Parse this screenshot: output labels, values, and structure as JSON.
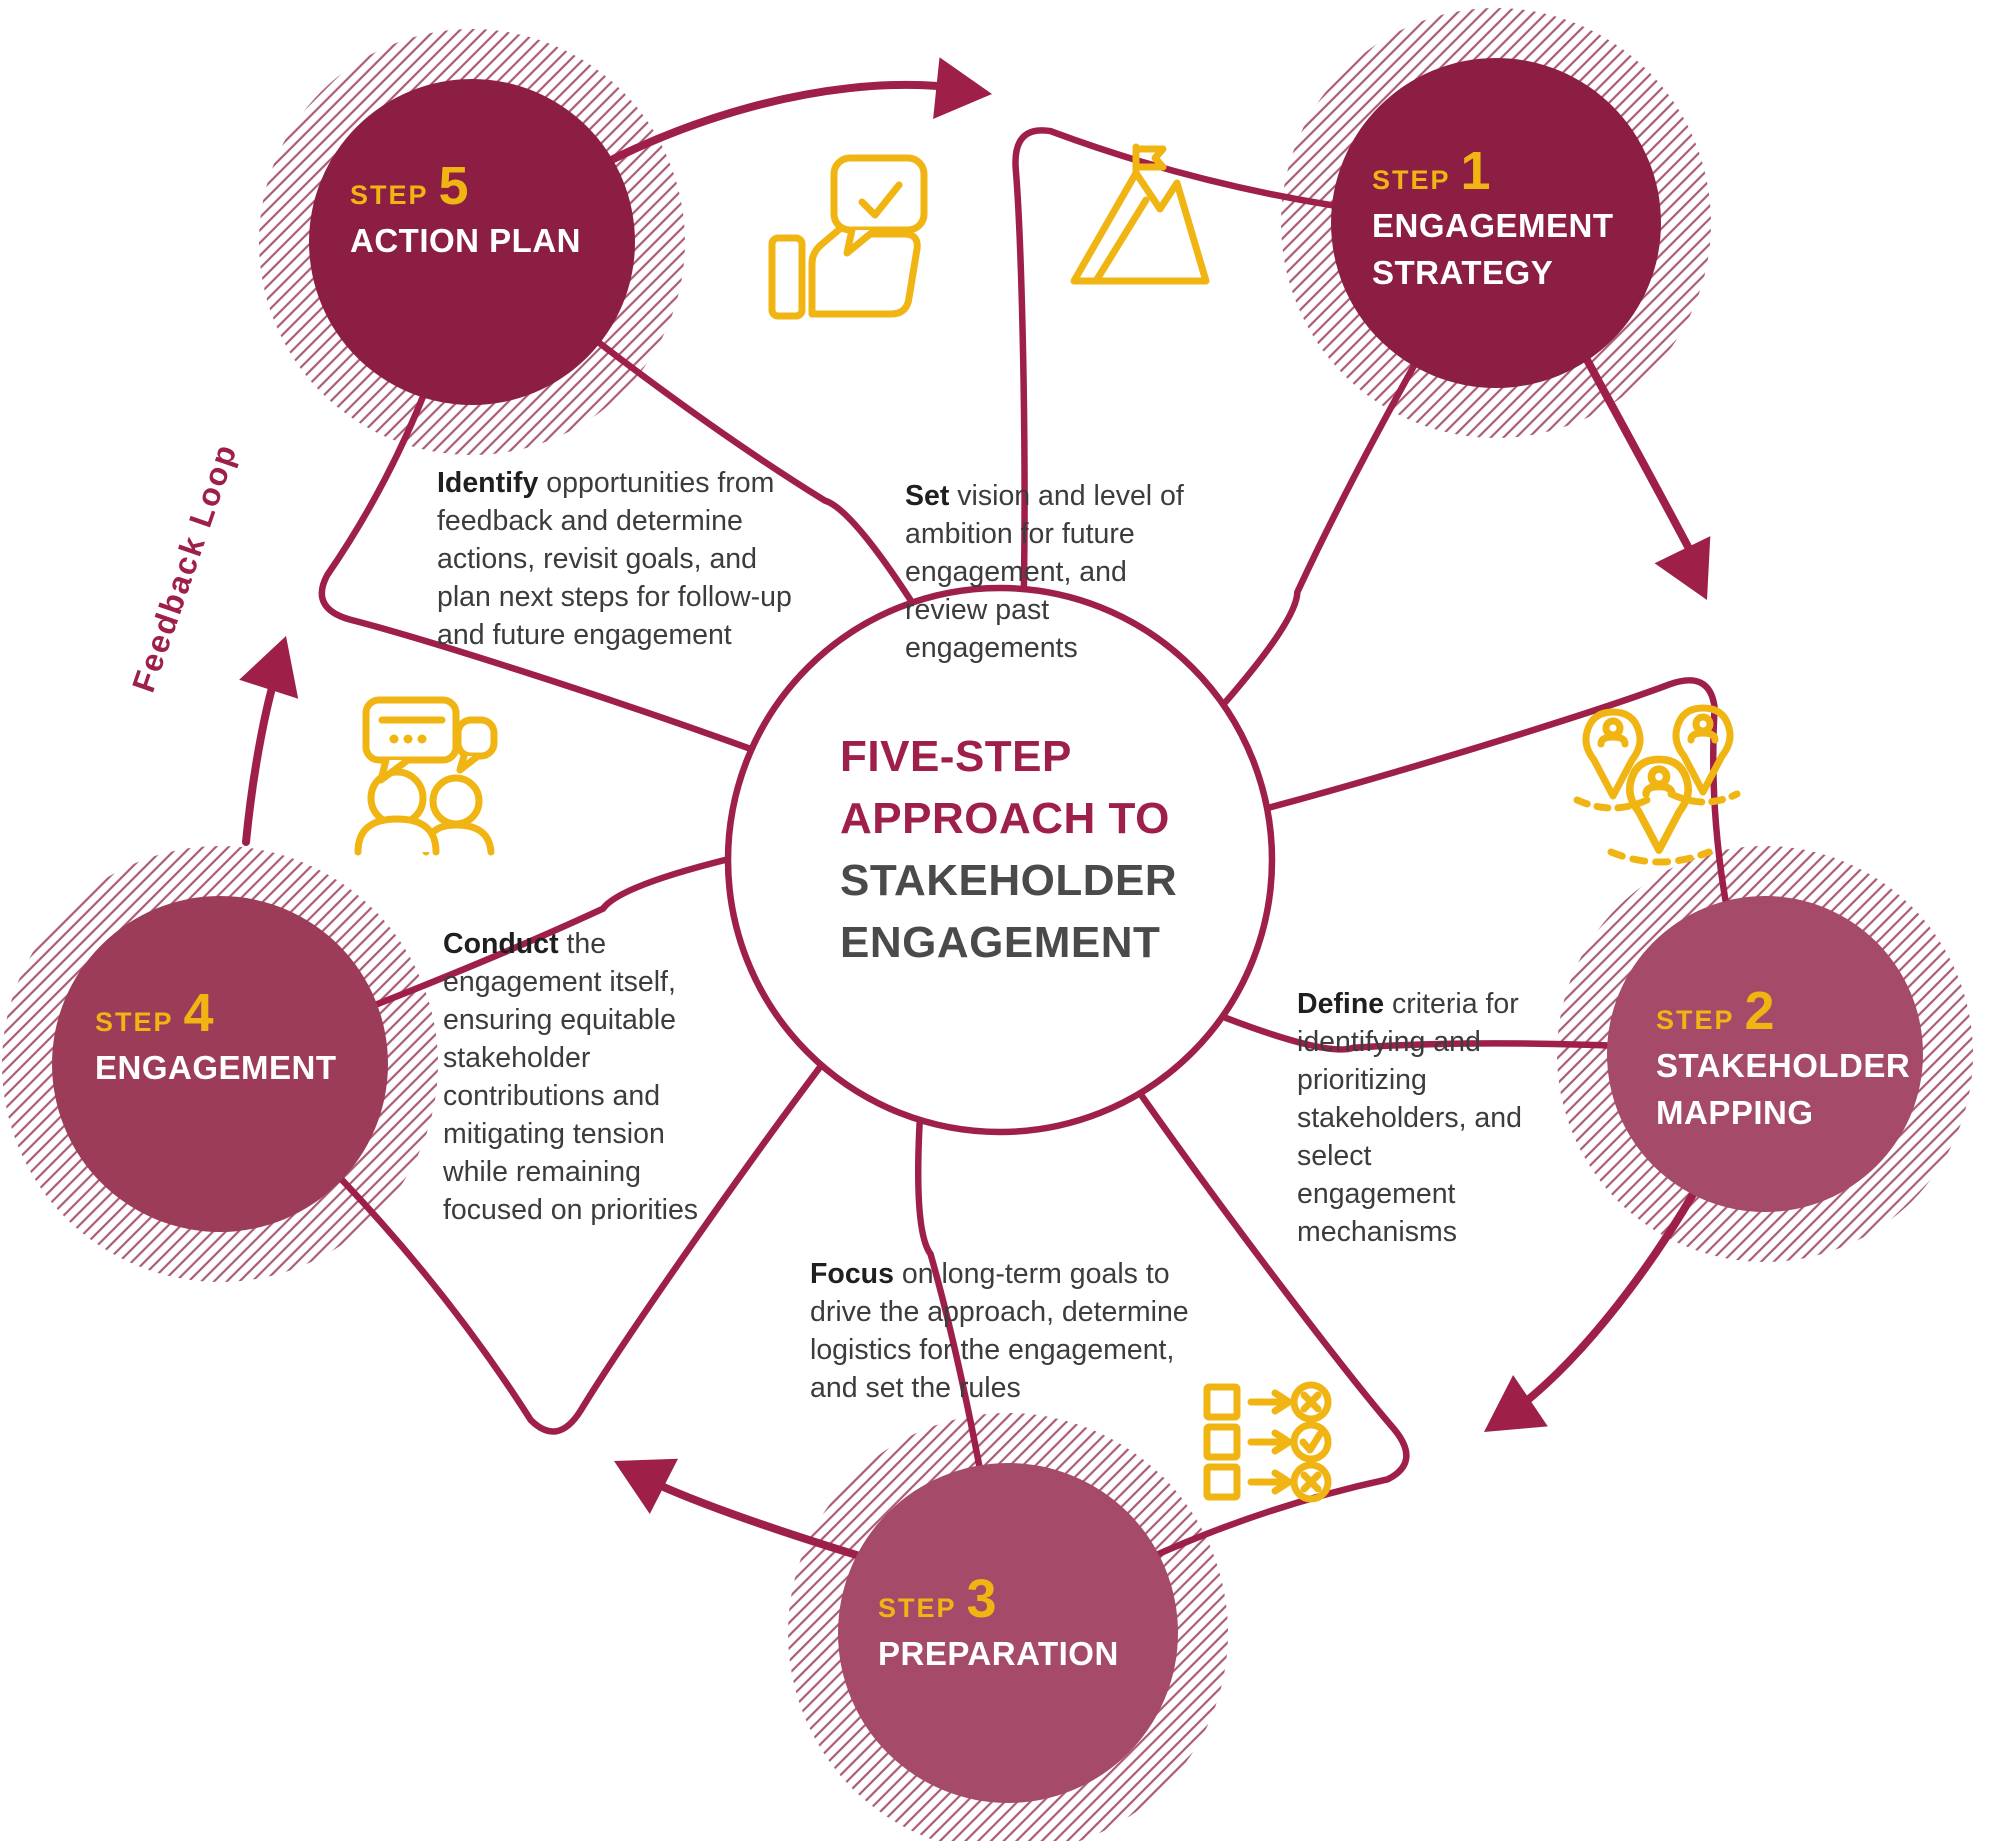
{
  "diagram_title": {
    "lines": [
      "FIVE-STEP",
      "APPROACH TO",
      "STAKEHOLDER",
      "ENGAGEMENT"
    ]
  },
  "feedback_loop": {
    "label": "Feedback Loop"
  },
  "steps": [
    {
      "step_word": "STEP",
      "number": "1",
      "name_lines": [
        "ENGAGEMENT",
        "STRATEGY"
      ],
      "icon": "mountain-flag-icon",
      "desc_lead": "Set",
      "desc_rest": " vision and level of ambition for future engagement, and review past engagements"
    },
    {
      "step_word": "STEP",
      "number": "2",
      "name_lines": [
        "STAKEHOLDER",
        "MAPPING"
      ],
      "icon": "stakeholder-pins-icon",
      "desc_lead": "Define",
      "desc_rest": " criteria for identifying and prioritizing stakeholders, and select engagement mechanisms"
    },
    {
      "step_word": "STEP",
      "number": "3",
      "name_lines": [
        "PREPARATION"
      ],
      "icon": "checklist-icon",
      "desc_lead": "Focus",
      "desc_rest": " on long-term goals to drive the approach, determine logistics for the engagement, and set the rules"
    },
    {
      "step_word": "STEP",
      "number": "4",
      "name_lines": [
        "ENGAGEMENT"
      ],
      "icon": "chat-people-icon",
      "desc_lead": "Conduct",
      "desc_rest": " the engagement itself, ensuring equitable stakeholder contributions and mitigating tension while remaining focused on priorities"
    },
    {
      "step_word": "STEP",
      "number": "5",
      "name_lines": [
        "ACTION PLAN"
      ],
      "icon": "thumbs-up-check-icon",
      "desc_lead": "Identify",
      "desc_rest": " opportunities from feedback and determine actions, revisit goals, and plan next steps for follow-up and future engagement"
    }
  ],
  "colors": {
    "maroon_dark": "#8c1e44",
    "maroon_mid": "#9c3c58",
    "maroon_light": "#a54a68",
    "line": "#9e2048",
    "hatch": "#aa5c76",
    "yellow": "#f0b513",
    "text_dark": "#3c3c3c",
    "title_gray": "#4a4a4a",
    "white": "#ffffff"
  }
}
